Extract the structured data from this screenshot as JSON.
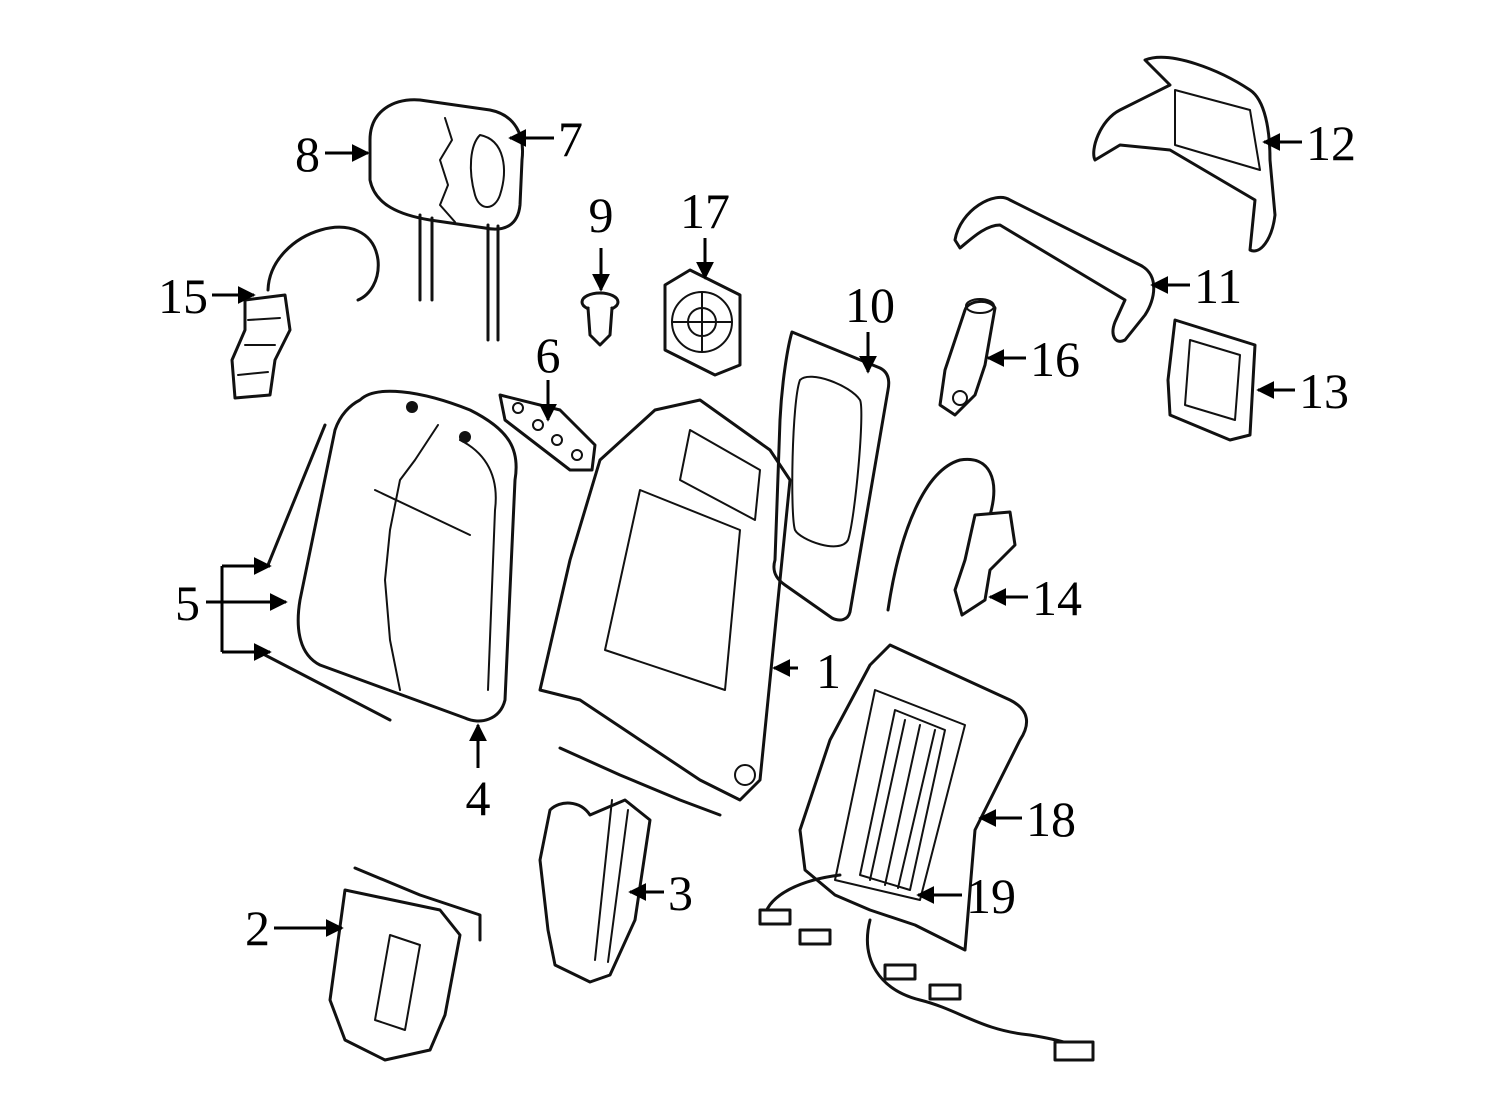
{
  "diagram": {
    "highlight_color": "#9fd8f0",
    "callouts": [
      {
        "id": "1",
        "label": "1"
      },
      {
        "id": "2",
        "label": "2"
      },
      {
        "id": "3",
        "label": "3"
      },
      {
        "id": "4",
        "label": "4"
      },
      {
        "id": "5",
        "label": "5"
      },
      {
        "id": "6",
        "label": "6"
      },
      {
        "id": "7",
        "label": "7"
      },
      {
        "id": "8",
        "label": "8"
      },
      {
        "id": "9",
        "label": "9"
      },
      {
        "id": "10",
        "label": "10"
      },
      {
        "id": "11",
        "label": "11"
      },
      {
        "id": "12",
        "label": "12"
      },
      {
        "id": "13",
        "label": "13"
      },
      {
        "id": "14",
        "label": "14"
      },
      {
        "id": "15",
        "label": "15"
      },
      {
        "id": "16",
        "label": "16"
      },
      {
        "id": "17",
        "label": "17"
      },
      {
        "id": "18",
        "label": "18"
      },
      {
        "id": "19",
        "label": "19"
      }
    ]
  }
}
